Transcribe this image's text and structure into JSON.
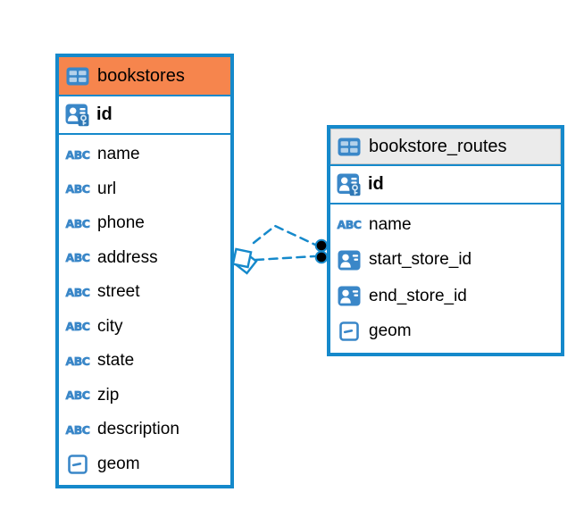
{
  "diagram": {
    "colors": {
      "table_border_blue": "#1589CB",
      "bookstores_header_orange": "#F6854D",
      "routes_header_gray": "#EBEBEB",
      "icon_blue": "#3A87C8",
      "relationship_line_blue": "#1589CB",
      "relationship_dot_fill": "#000000"
    },
    "icons": {
      "text_type_label": "ABC"
    },
    "tables": [
      {
        "title": "bookstores",
        "header_style": "orange",
        "pk": {
          "name": "id",
          "type": "primary-key"
        },
        "columns": [
          {
            "name": "name",
            "type": "text"
          },
          {
            "name": "url",
            "type": "text"
          },
          {
            "name": "phone",
            "type": "text"
          },
          {
            "name": "address",
            "type": "text"
          },
          {
            "name": "street",
            "type": "text"
          },
          {
            "name": "city",
            "type": "text"
          },
          {
            "name": "state",
            "type": "text"
          },
          {
            "name": "zip",
            "type": "text"
          },
          {
            "name": "description",
            "type": "text"
          },
          {
            "name": "geom",
            "type": "geometry"
          }
        ]
      },
      {
        "title": "bookstore_routes",
        "header_style": "gray",
        "pk": {
          "name": "id",
          "type": "primary-key"
        },
        "columns": [
          {
            "name": "name",
            "type": "text"
          },
          {
            "name": "start_store_id",
            "type": "reference"
          },
          {
            "name": "end_store_id",
            "type": "reference"
          },
          {
            "name": "geom",
            "type": "geometry"
          }
        ]
      }
    ],
    "relationships": [
      {
        "from_table": "bookstore_routes",
        "from_column": "start_store_id",
        "to_table": "bookstores",
        "to_column": "id"
      },
      {
        "from_table": "bookstore_routes",
        "from_column": "end_store_id",
        "to_table": "bookstores",
        "to_column": "id"
      }
    ]
  }
}
